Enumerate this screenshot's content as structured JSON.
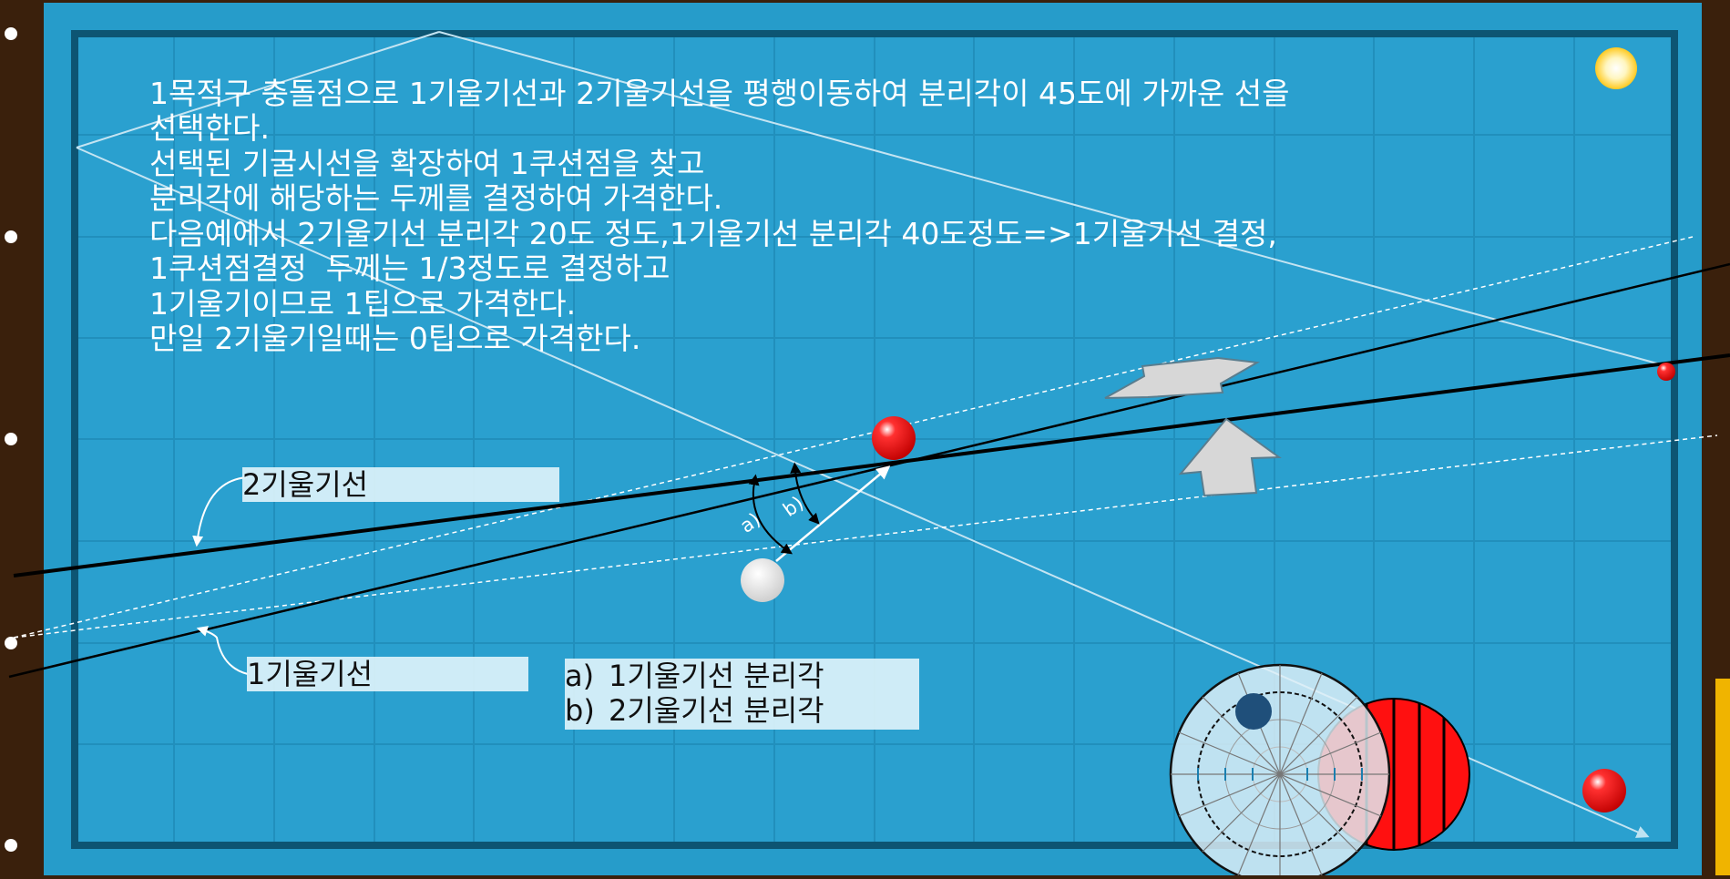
{
  "instructions": [
    "1목적구 충돌점으로 1기울기선과 2기울기선을 평행이동하여 분리각이 45도에 가까운 선을",
    "선택한다.",
    "선택된 기굴시선을 확장하여 1쿠션점을 찾고",
    "분리각에 해당하는 두께를 결정하여 가격한다.",
    "다음예에서 2기울기선 분리각 20도 정도,1기울기선 분리각 40도정도=>1기울기선 결정,",
    "1쿠션점결정  두께는 1/3정도로 결정하고",
    "1기울기이므로 1팁으로 가격한다.",
    "만일 2기울기일때는 0팁으로 가격한다."
  ],
  "labels": {
    "line2": "2기울기선",
    "line1": "1기울기선",
    "angle_a": "a)",
    "angle_b": "b)"
  },
  "legend": {
    "a_key": "a)",
    "a_text": "1기울기선 분리각",
    "b_key": "b)",
    "b_text": "2기울기선 분리각"
  },
  "colors": {
    "table_cloth": "#2a9fce",
    "rail": "#3a200c",
    "red_ball": "#e30000",
    "white_ball": "#f0f0f0",
    "yellow_ball": "#ffd400",
    "label_box": "#dcf2fa"
  }
}
